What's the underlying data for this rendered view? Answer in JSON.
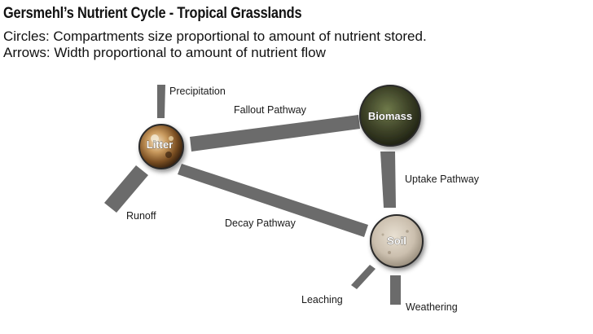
{
  "title": "Gersmehl’s Nutrient Cycle - Tropical Grasslands",
  "subtitle_lines": [
    "Circles: Compartments size proportional to amount of nutrient stored.",
    "Arrows:  Width proportional to amount of nutrient flow"
  ],
  "compartments": {
    "litter": {
      "label": "Litter"
    },
    "biomass": {
      "label": "Biomass"
    },
    "soil": {
      "label": "Soil"
    }
  },
  "flows": {
    "precipitation": {
      "label": "Precipitation"
    },
    "fallout": {
      "label": "Fallout Pathway"
    },
    "uptake": {
      "label": "Uptake Pathway"
    },
    "decay": {
      "label": "Decay Pathway"
    },
    "runoff": {
      "label": "Runoff"
    },
    "leaching": {
      "label": "Leaching"
    },
    "weathering": {
      "label": "Weathering"
    }
  },
  "colors": {
    "arrow": "#6b6b6b",
    "litter": "#a0703a",
    "biomass": "#3a3f28",
    "soil": "#cbbfae"
  }
}
